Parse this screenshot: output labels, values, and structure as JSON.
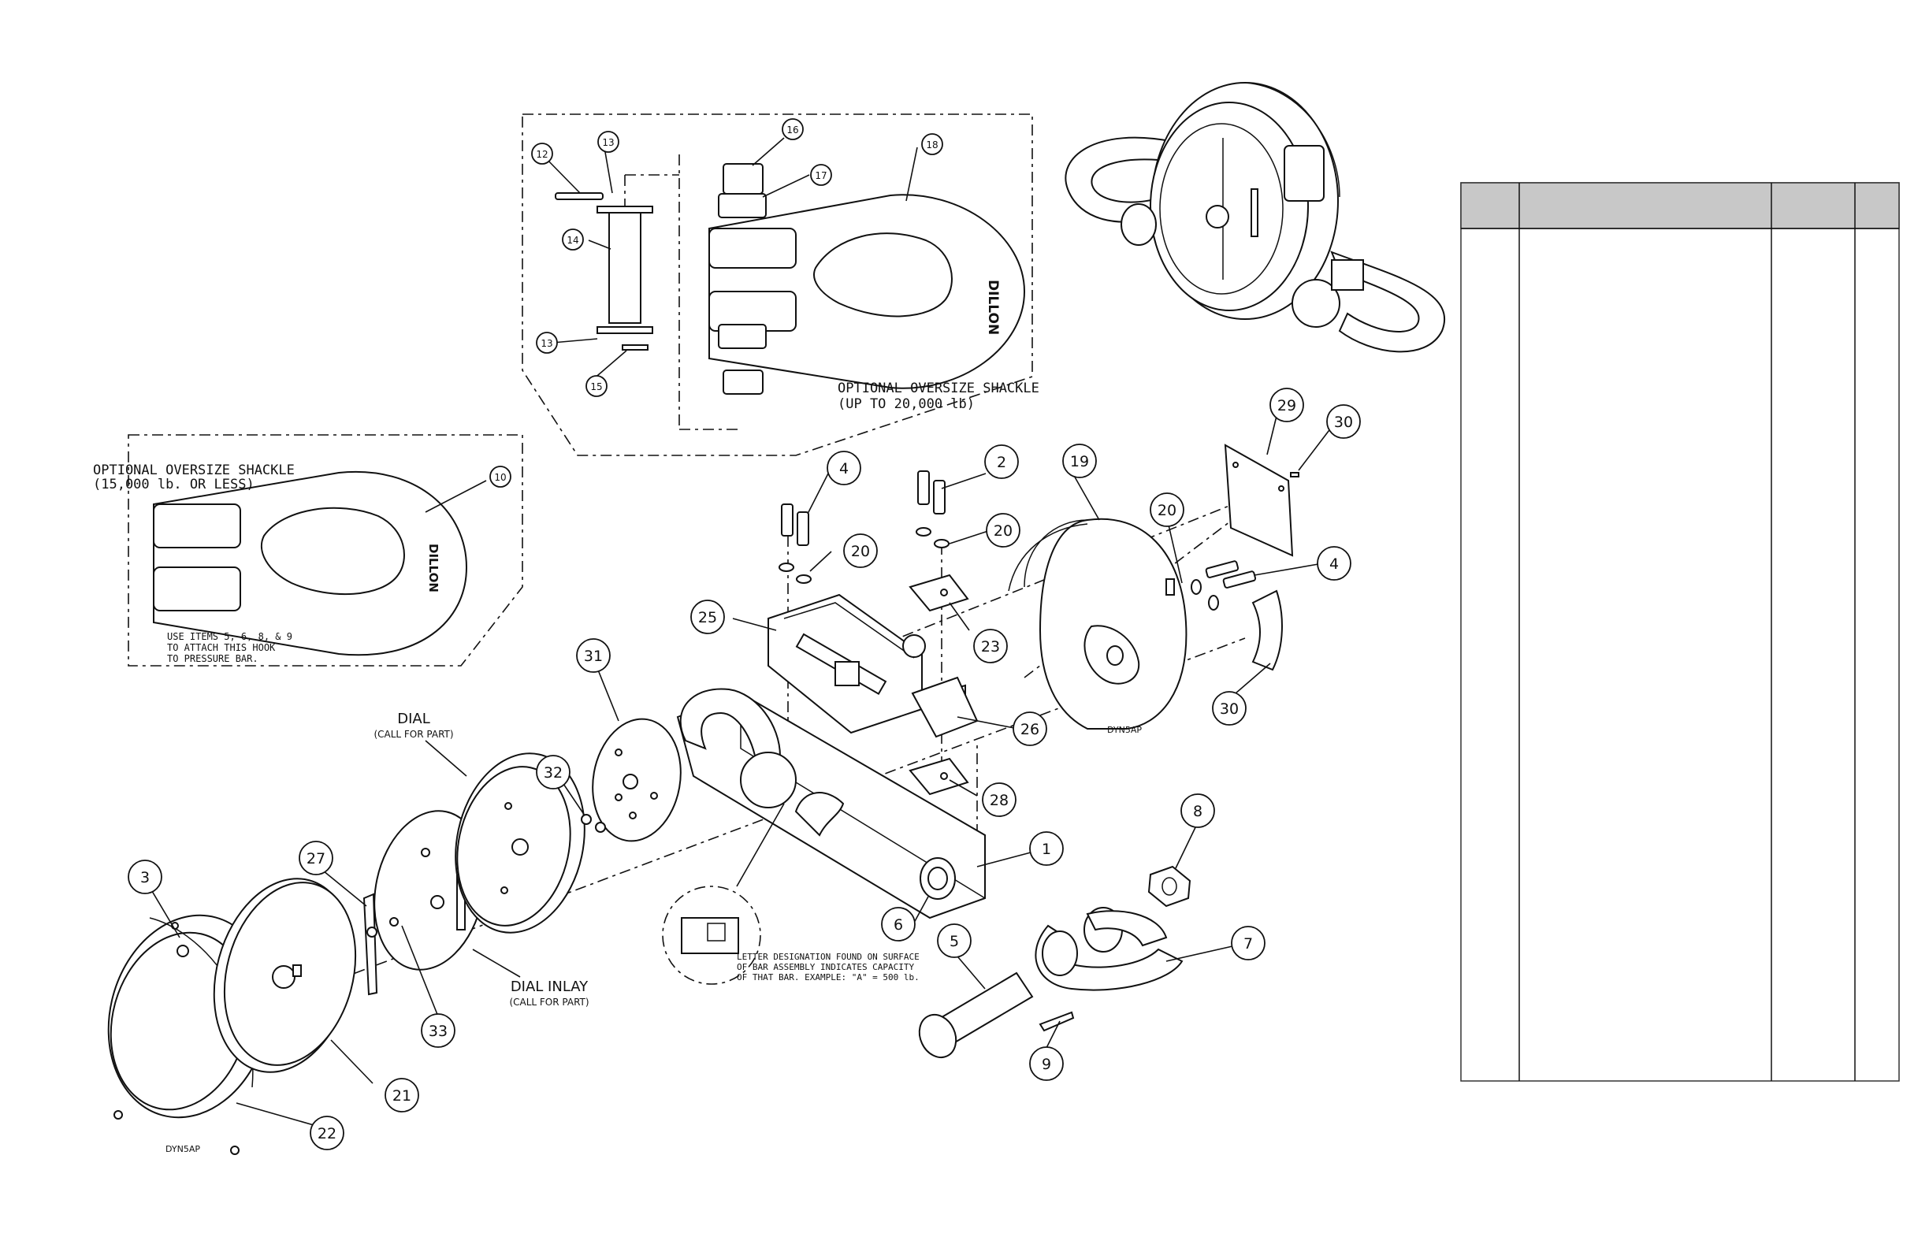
{
  "bubbles": {
    "b1": "1",
    "b2": "2",
    "b3": "3",
    "b4a": "4",
    "b4b": "4",
    "b5": "5",
    "b6": "6",
    "b7": "7",
    "b8": "8",
    "b9": "9",
    "b10": "10",
    "b12": "12",
    "b13a": "13",
    "b13b": "13",
    "b14": "14",
    "b15": "15",
    "b16": "16",
    "b17": "17",
    "b18": "18",
    "b19": "19",
    "b20a": "20",
    "b20b": "20",
    "b20c": "20",
    "b21": "21",
    "b22": "22",
    "b23": "23",
    "b25": "25",
    "b26": "26",
    "b27": "27",
    "b28": "28",
    "b29": "29",
    "b30a": "30",
    "b30b": "30",
    "b31": "31",
    "b32": "32",
    "b33": "33"
  },
  "notes": {
    "shackle_large_title": "OPTIONAL OVERSIZE SHACKLE",
    "shackle_large_capacity": "(UP TO 20,000 lb)",
    "shackle_small_title": "OPTIONAL OVERSIZE SHACKLE",
    "shackle_small_capacity": "(15,000 lb. OR LESS)",
    "use_items_1": "USE ITEMS 5, 6, 8, & 9",
    "use_items_2": "TO ATTACH THIS HOOK",
    "use_items_3": "TO PRESSURE BAR.",
    "dial": "DIAL",
    "dial_call": "(CALL FOR PART)",
    "dial_inlay": "DIAL INLAY",
    "dial_inlay_call": "(CALL FOR PART)",
    "letter_1": "LETTER DESIGNATION FOUND ON SURFACE",
    "letter_2": "OF BAR ASSEMBLY INDICATES CAPACITY",
    "letter_3": "OF THAT BAR. EXAMPLE: \"A\" = 500 lb.",
    "brand_large": "DILLON",
    "brand_small": "DILLON",
    "stamp_housing": "DYN5AP",
    "stamp_bezel": "DYN5AP"
  },
  "parts_table": {
    "header": [
      "",
      "",
      "",
      ""
    ],
    "rows": []
  }
}
